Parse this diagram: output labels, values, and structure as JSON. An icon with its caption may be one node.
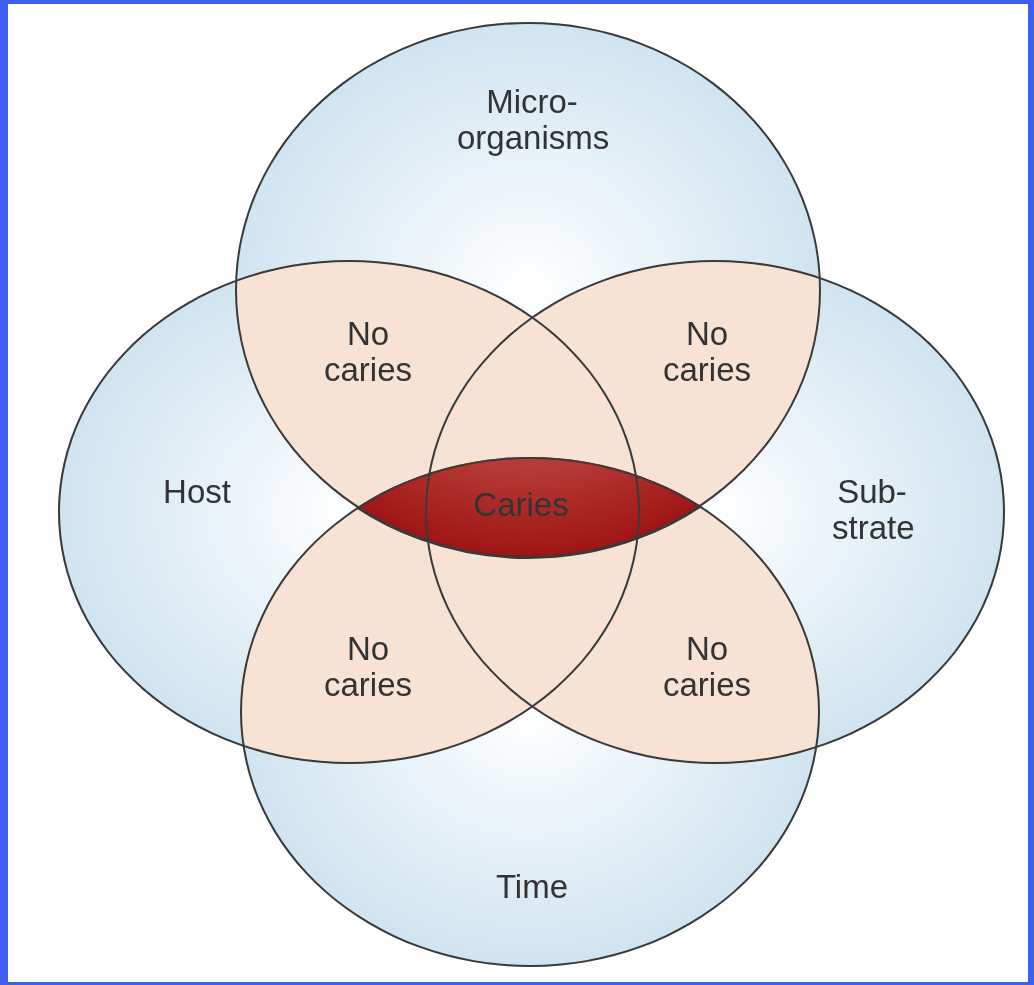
{
  "diagram": {
    "nodes": [
      {
        "text": [
          "Micro- organisms"
        ]
      },
      {
        "text": [
          "Host"
        ]
      },
      {
        "text": [
          "Sub- strate"
        ]
      },
      {
        "text": [
          "Time"
        ]
      }
    ],
    "labels": [
      "No caries",
      "No caries",
      "Caries",
      "No caries",
      "No caries"
    ]
  }
}
